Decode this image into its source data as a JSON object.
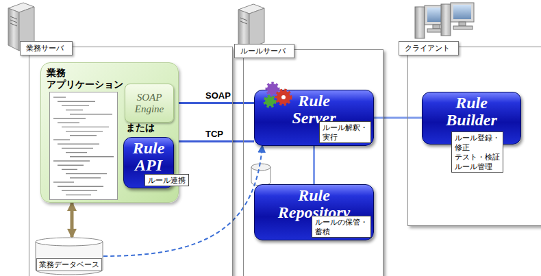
{
  "diagram": {
    "nodes": [
      {
        "text": [
          "業務サーバ"
        ]
      },
      {
        "text": [
          "業務 アプリケーション"
        ],
        "in": 0
      },
      {
        "text": [
          "SOAP Engine"
        ],
        "in": 1
      },
      {
        "text": [
          "Rule API",
          "ルール連携"
        ],
        "in": 1
      },
      {
        "text": [
          "業務データベース"
        ],
        "in": 0
      },
      {
        "text": [
          "ルールサーバ"
        ]
      },
      {
        "text": [
          "Rule Server",
          "ルール解釈・実行"
        ],
        "in": 5
      },
      {
        "text": [
          "Rule Repository",
          "ルールの保管・蓄積"
        ],
        "in": 5
      },
      {
        "text": [
          "クライアント"
        ]
      },
      {
        "text": [
          "Rule Builder",
          "ルール登録・修正 テスト・検証 ルール管理"
        ],
        "in": 8
      }
    ],
    "edges": [
      {
        "from": 2,
        "to": 6,
        "label": "SOAP",
        "arrow": "none"
      },
      {
        "from": 3,
        "to": 6,
        "label": "TCP",
        "arrow": "none"
      },
      {
        "from": 6,
        "to": 9,
        "arrow": "none"
      },
      {
        "from": 6,
        "to": 7,
        "arrow": "none"
      },
      {
        "from": 4,
        "to": 6,
        "arrow": "to"
      },
      {
        "from": 1,
        "to": 4,
        "arrow": "both"
      }
    ],
    "labels": [
      "または"
    ]
  }
}
